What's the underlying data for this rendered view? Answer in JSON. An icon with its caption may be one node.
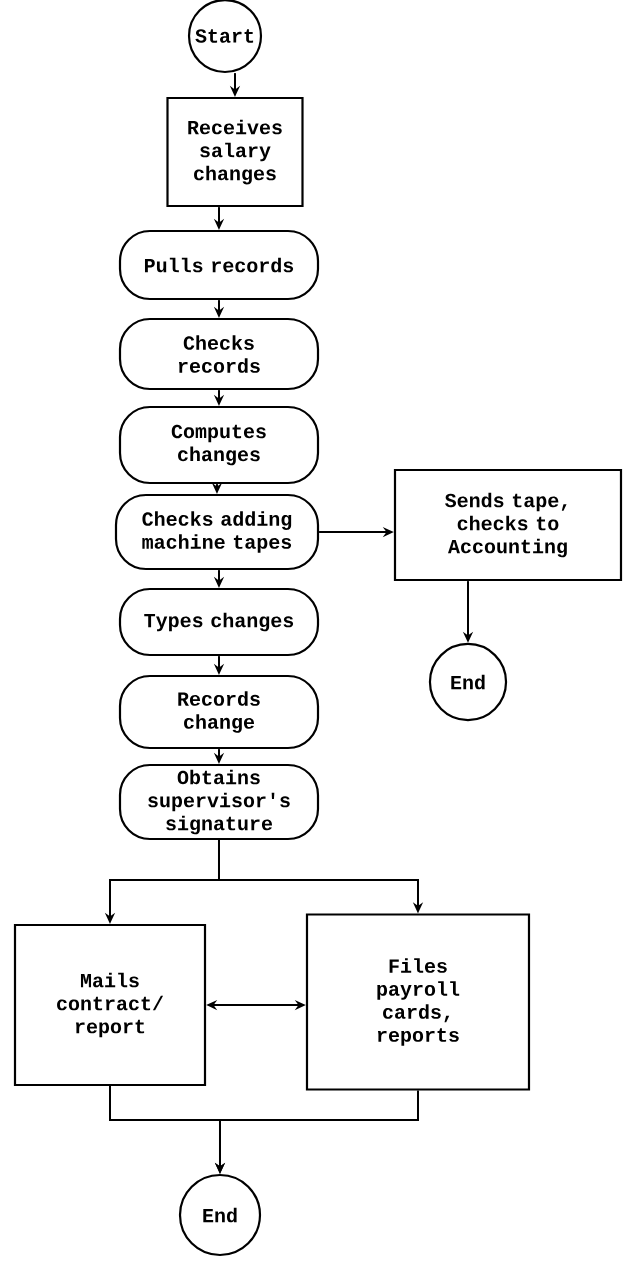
{
  "diagram": {
    "nodes": [
      {
        "text": [
          "Start"
        ]
      },
      {
        "text": [
          "Receives salary changes"
        ]
      },
      {
        "text": [
          "Pulls records"
        ]
      },
      {
        "text": [
          "Checks records"
        ]
      },
      {
        "text": [
          "Computes changes"
        ]
      },
      {
        "text": [
          "Checks adding machine tapes"
        ]
      },
      {
        "text": [
          "Sends tape, checks to Accounting"
        ]
      },
      {
        "text": [
          "End"
        ]
      },
      {
        "text": [
          "Types changes"
        ]
      },
      {
        "text": [
          "Records change"
        ]
      },
      {
        "text": [
          "Obtains supervisor's signature"
        ]
      },
      {
        "text": [
          "Mails contract/ report"
        ]
      },
      {
        "text": [
          "Files payroll cards, reports"
        ]
      },
      {
        "text": [
          "End"
        ]
      }
    ],
    "edges": [
      {
        "from": 0,
        "to": 1,
        "arrow": "to"
      },
      {
        "from": 1,
        "to": 2,
        "arrow": "to"
      },
      {
        "from": 2,
        "to": 3,
        "arrow": "to"
      },
      {
        "from": 3,
        "to": 4,
        "arrow": "to"
      },
      {
        "from": 4,
        "to": 5,
        "arrow": "to"
      },
      {
        "from": 5,
        "to": 6,
        "arrow": "to"
      },
      {
        "from": 6,
        "to": 7,
        "arrow": "to"
      },
      {
        "from": 5,
        "to": 8,
        "arrow": "to"
      },
      {
        "from": 8,
        "to": 9,
        "arrow": "to"
      },
      {
        "from": 9,
        "to": 10,
        "arrow": "to"
      },
      {
        "from": 10,
        "to": 11,
        "arrow": "to"
      },
      {
        "from": 10,
        "to": 12,
        "arrow": "to"
      },
      {
        "from": 11,
        "to": 12,
        "arrow": "both"
      },
      {
        "from": 11,
        "to": 13,
        "arrow": "to"
      },
      {
        "from": 12,
        "to": 13,
        "arrow": "to"
      }
    ]
  }
}
